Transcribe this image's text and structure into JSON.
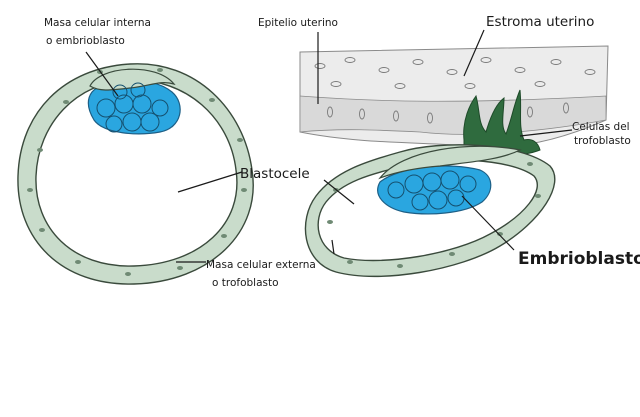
{
  "labels": {
    "inner_mass_line1": "Masa celular interna",
    "inner_mass_line2": "o embrioblasto",
    "blastocele": "Blastocele",
    "outer_mass_line1": "Masa celular externa",
    "outer_mass_line2": "o trofoblasto",
    "epitelio": "Epitelio uterino",
    "estroma": "Estroma uterino",
    "celulas_line1": "Celulas del",
    "celulas_line2": "trofoblasto",
    "embrioblasto": "Embrioblasto"
  },
  "colors": {
    "trophoblast_fill": "#c9dccb",
    "cell_outline": "#3a4a3c",
    "embryoblast_blue": "#2aa6e0",
    "syncytio_green": "#2f6b3e",
    "tissue_gray": "#d9d9d9",
    "label_text": "#1a1a1a"
  }
}
